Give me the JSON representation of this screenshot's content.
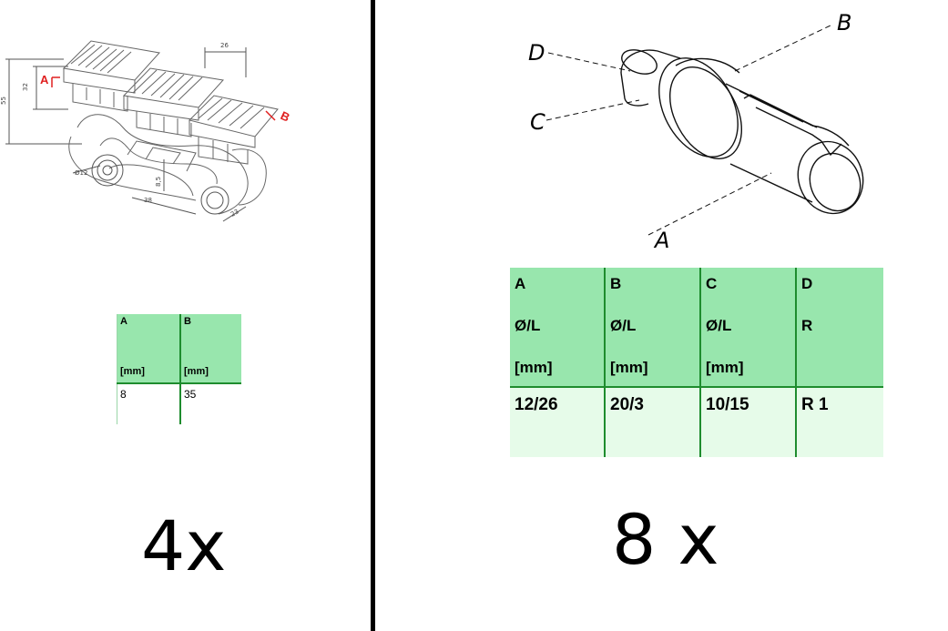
{
  "left": {
    "drawing": {
      "marker_a": "A",
      "marker_b": "B",
      "dims": [
        "26",
        "32",
        "55",
        "Ø12",
        "8,5",
        "38",
        "23"
      ]
    },
    "table": {
      "headers": [
        {
          "letter": "A",
          "unit": "[mm]"
        },
        {
          "letter": "B",
          "unit": "[mm]"
        }
      ],
      "values": [
        "8",
        "35"
      ]
    },
    "quantity": "4x"
  },
  "right": {
    "drawing": {
      "labels": {
        "a": "A",
        "b": "B",
        "c": "C",
        "d": "D"
      }
    },
    "table": {
      "headers": [
        {
          "letter": "A",
          "spec": "Ø/L",
          "unit": "[mm]"
        },
        {
          "letter": "B",
          "spec": "Ø/L",
          "unit": "[mm]"
        },
        {
          "letter": "C",
          "spec": "Ø/L",
          "unit": "[mm]"
        },
        {
          "letter": "D",
          "spec": "R",
          "unit": ""
        }
      ],
      "values": [
        "12/26",
        "20/3",
        "10/15",
        "R 1"
      ]
    },
    "quantity": "8 x"
  }
}
